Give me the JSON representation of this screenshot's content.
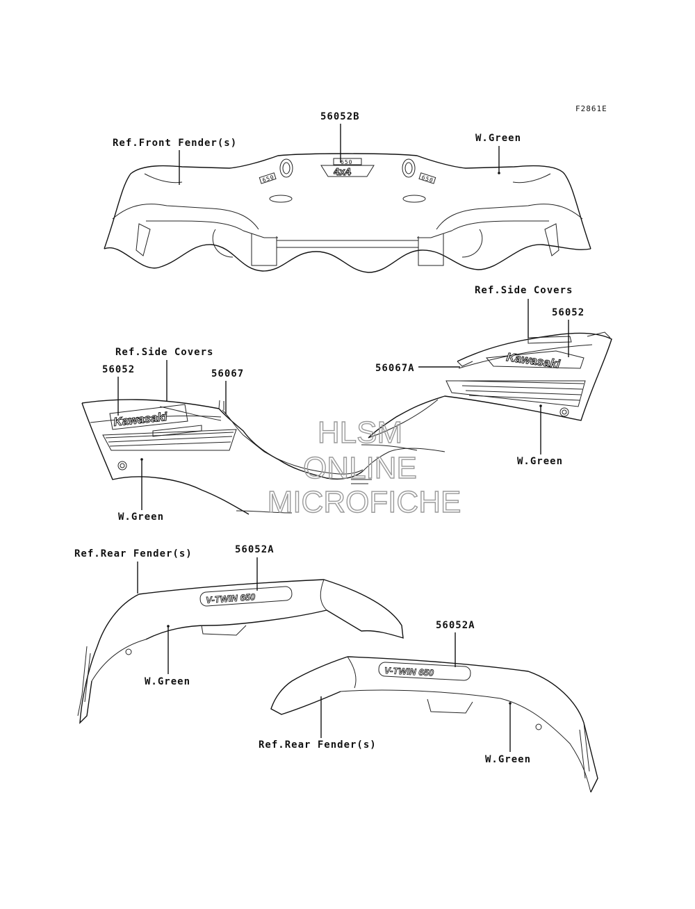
{
  "figure_code": "F2861E",
  "front": {
    "part": "56052B",
    "ref": "Ref.Front Fender(s)",
    "color": "W.Green",
    "decal_small": "650",
    "decal_main": "4x4"
  },
  "left_side": {
    "ref": "Ref.Side Covers",
    "part_a": "56052",
    "part_b": "56067",
    "color": "W.Green",
    "decal": "Kawasaki"
  },
  "right_side": {
    "ref": "Ref.Side Covers",
    "part_a": "56052",
    "part_b": "56067A",
    "color": "W.Green",
    "decal": "Kawasaki"
  },
  "rear_left": {
    "ref": "Ref.Rear Fender(s)",
    "part": "56052A",
    "color": "W.Green",
    "decal": "V-TWIN 650"
  },
  "rear_right": {
    "ref": "Ref.Rear Fender(s)",
    "part": "56052A",
    "color": "W.Green",
    "decal": "V-TWIN 650"
  },
  "watermark": {
    "line1": "HLSM",
    "line2": "ONLINE",
    "line3": "MICROFICHE"
  }
}
